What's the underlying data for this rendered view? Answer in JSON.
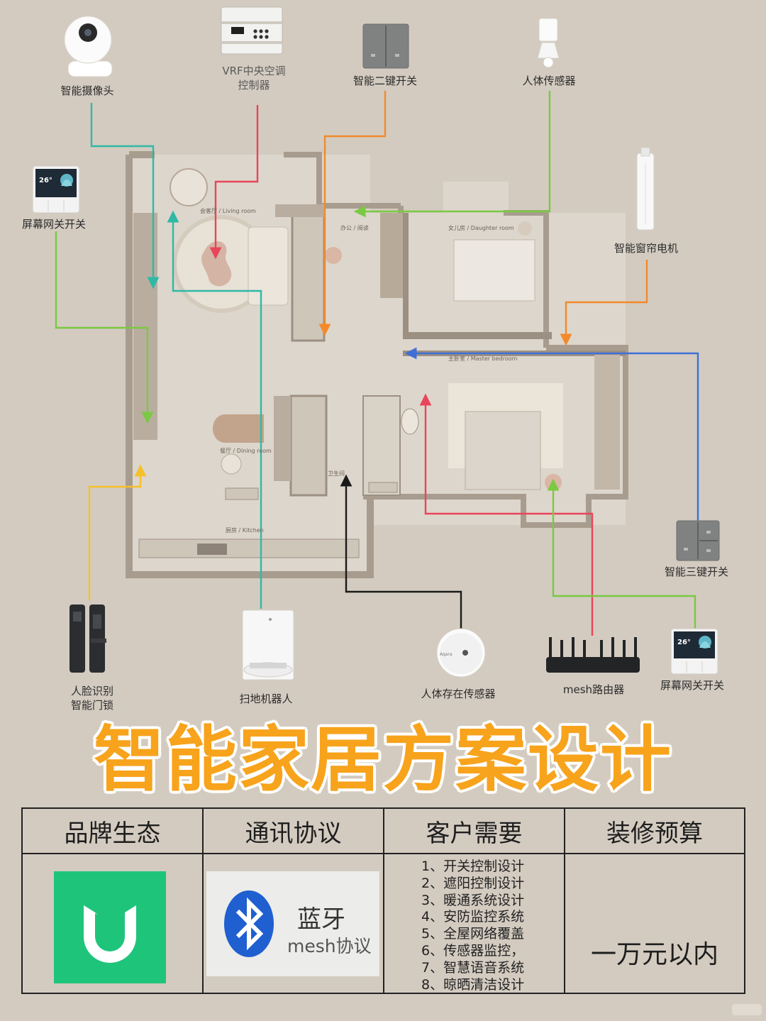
{
  "devices": [
    {
      "id": "camera",
      "label": "智能摄像头"
    },
    {
      "id": "vrf",
      "label": "VRF中央空调\n控制器"
    },
    {
      "id": "switch2",
      "label": "智能二键开关"
    },
    {
      "id": "body_sensor",
      "label": "人体传感器"
    },
    {
      "id": "screen_gw_top",
      "label": "屏幕网关开关"
    },
    {
      "id": "curtain",
      "label": "智能窗帘电机"
    },
    {
      "id": "switch3",
      "label": "智能三键开关"
    },
    {
      "id": "door_lock",
      "label": "人脸识别\n智能门锁"
    },
    {
      "id": "robot",
      "label": "扫地机器人"
    },
    {
      "id": "presence",
      "label": "人体存在传感器"
    },
    {
      "id": "router",
      "label": "mesh路由器"
    },
    {
      "id": "screen_gw_bottom",
      "label": "屏幕网关开关"
    }
  ],
  "rooms": [
    {
      "id": "living",
      "label": "会客厅 / Living room"
    },
    {
      "id": "study",
      "label": "办公 / 阅读"
    },
    {
      "id": "daughter",
      "label": "女儿房 / Daughter room"
    },
    {
      "id": "master",
      "label": "主卧室 / Master bedroom"
    },
    {
      "id": "dining",
      "label": "餐厅 / Dining room"
    },
    {
      "id": "bath",
      "label": "卫生间"
    },
    {
      "id": "kitchen",
      "label": "厨房 / Kitchen"
    }
  ],
  "screen_temp": "26°",
  "presence_brand": "Aqara",
  "headline": "智能家居方案设计",
  "table": {
    "headers": [
      "品牌生态",
      "通讯协议",
      "客户需要",
      "装修预算"
    ],
    "protocol_title": "蓝牙",
    "protocol_sub": "mesh协议",
    "needs": [
      "1、开关控制设计",
      "2、遮阳控制设计",
      "3、暖通系统设计",
      "4、安防监控系统",
      "5、全屋网络覆盖",
      "6、传感器监控，",
      "7、智慧语音系统",
      "8、晾晒清洁设计"
    ],
    "budget": "一万元以内"
  },
  "colors": {
    "teal": "#2fb9a5",
    "red": "#e8455a",
    "orange": "#f28a2a",
    "green": "#7ac943",
    "blue": "#3f6fd6",
    "yellow": "#f5c02a",
    "black": "#1a1a1a",
    "mijia": "#1fc47b",
    "headline": "#f7a31c"
  }
}
